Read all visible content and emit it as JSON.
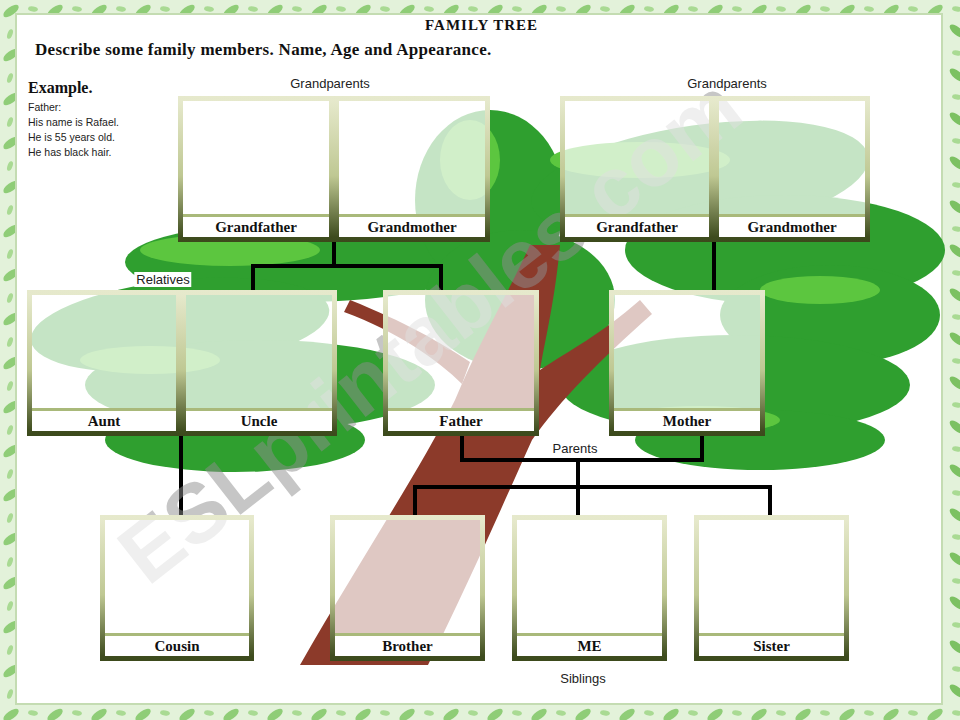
{
  "diagram": {
    "title": "FAMILY TREE",
    "nodes": [
      {
        "text": [
          "Grandfather"
        ]
      },
      {
        "text": [
          "Grandmother"
        ]
      },
      {
        "text": [
          "Grandfather"
        ]
      },
      {
        "text": [
          "Grandmother"
        ]
      },
      {
        "text": [
          "Aunt"
        ]
      },
      {
        "text": [
          "Uncle"
        ]
      },
      {
        "text": [
          "Father"
        ]
      },
      {
        "text": [
          "Mother"
        ]
      },
      {
        "text": [
          "Cousin"
        ]
      },
      {
        "text": [
          "Brother"
        ]
      },
      {
        "text": [
          "ME"
        ]
      },
      {
        "text": [
          "Sister"
        ]
      }
    ],
    "edges": [
      {
        "from": 0,
        "to": 5,
        "arrow": "none"
      },
      {
        "from": 0,
        "to": 6,
        "arrow": "none"
      },
      {
        "from": 1,
        "to": 5,
        "arrow": "none"
      },
      {
        "from": 1,
        "to": 6,
        "arrow": "none"
      },
      {
        "from": 2,
        "to": 7,
        "arrow": "none"
      },
      {
        "from": 3,
        "to": 7,
        "arrow": "none"
      },
      {
        "from": 4,
        "to": 8,
        "arrow": "none"
      },
      {
        "from": 5,
        "to": 8,
        "arrow": "none"
      },
      {
        "from": 6,
        "to": 9,
        "arrow": "none"
      },
      {
        "from": 6,
        "to": 10,
        "arrow": "none"
      },
      {
        "from": 6,
        "to": 11,
        "arrow": "none"
      },
      {
        "from": 7,
        "to": 9,
        "arrow": "none"
      },
      {
        "from": 7,
        "to": 10,
        "arrow": "none"
      },
      {
        "from": 7,
        "to": 11,
        "arrow": "none"
      }
    ],
    "labels": [
      "Describe some family members. Name, Age and Appearance.",
      "Example.",
      "Father:",
      "His name is Rafael.",
      "He is 55 years old.",
      "He has black hair.",
      "Grandparents",
      "Grandparents",
      "Relatives",
      "Parents",
      "Siblings",
      "ESLprintables.com"
    ]
  }
}
